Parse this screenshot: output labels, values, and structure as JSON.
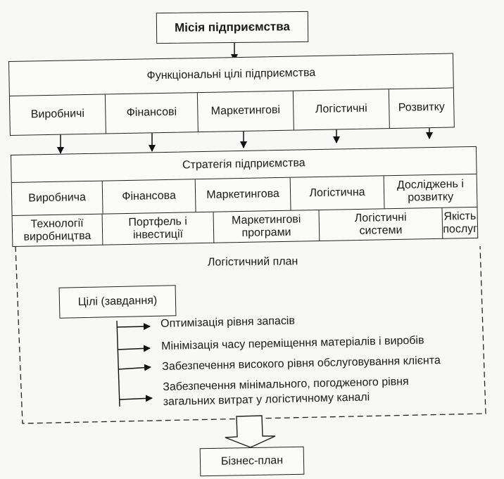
{
  "mission": {
    "label": "Місія підприємства"
  },
  "functional_goals": {
    "title": "Функціональні цілі підприємства",
    "items": [
      "Виробничі",
      "Фінансові",
      "Маркетингові",
      "Логістичні",
      "Розвитку"
    ]
  },
  "strategy": {
    "title": "Стратегія підприємства",
    "types": [
      "Виробнича",
      "Фінансова",
      "Маркетингова",
      "Логістична",
      "Досліджень і розвитку"
    ],
    "areas": [
      "Технології виробництва",
      "Портфель і інвестиції",
      "Маркетингові програми",
      "Логістичні системи",
      "Якість послуг"
    ]
  },
  "logistics_plan": {
    "title": "Логістичний план",
    "goals_label": "Цілі (завдання)",
    "goals": [
      "Оптимізація рівня запасів",
      "Мінімізація часу переміщення матеріалів і виробів",
      "Забезпечення високого рівня обслуговування клієнта",
      "Забезпечення мінімального, погодженого рівня загальних витрат у логістичному каналі"
    ]
  },
  "business_plan": {
    "label": "Бізнес-план"
  }
}
